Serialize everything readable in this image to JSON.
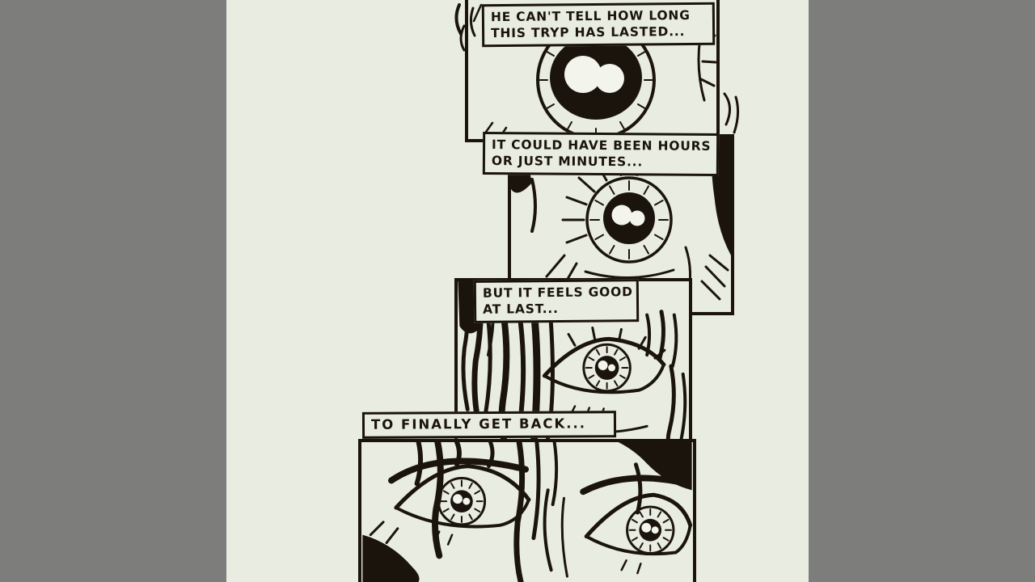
{
  "page": {
    "type": "black-and-white comic art still"
  },
  "colors": {
    "bg": "#7d7d7b",
    "paper": "#e9ece1",
    "ink": "#1a140d",
    "highlight": "#f3f4ec"
  },
  "comic": {
    "captions": {
      "c1": {
        "line1": "HE CAN'T TELL HOW LONG",
        "line2": "THIS TRYP HAS LASTED..."
      },
      "c2": {
        "line1": "IT COULD HAVE BEEN HOURS",
        "line2": "OR JUST MINUTES..."
      },
      "c3": {
        "line1": "BUT IT FEELS GOOD",
        "line2": "AT LAST..."
      },
      "c4": {
        "line1": "TO FINALLY GET BACK..."
      }
    }
  }
}
